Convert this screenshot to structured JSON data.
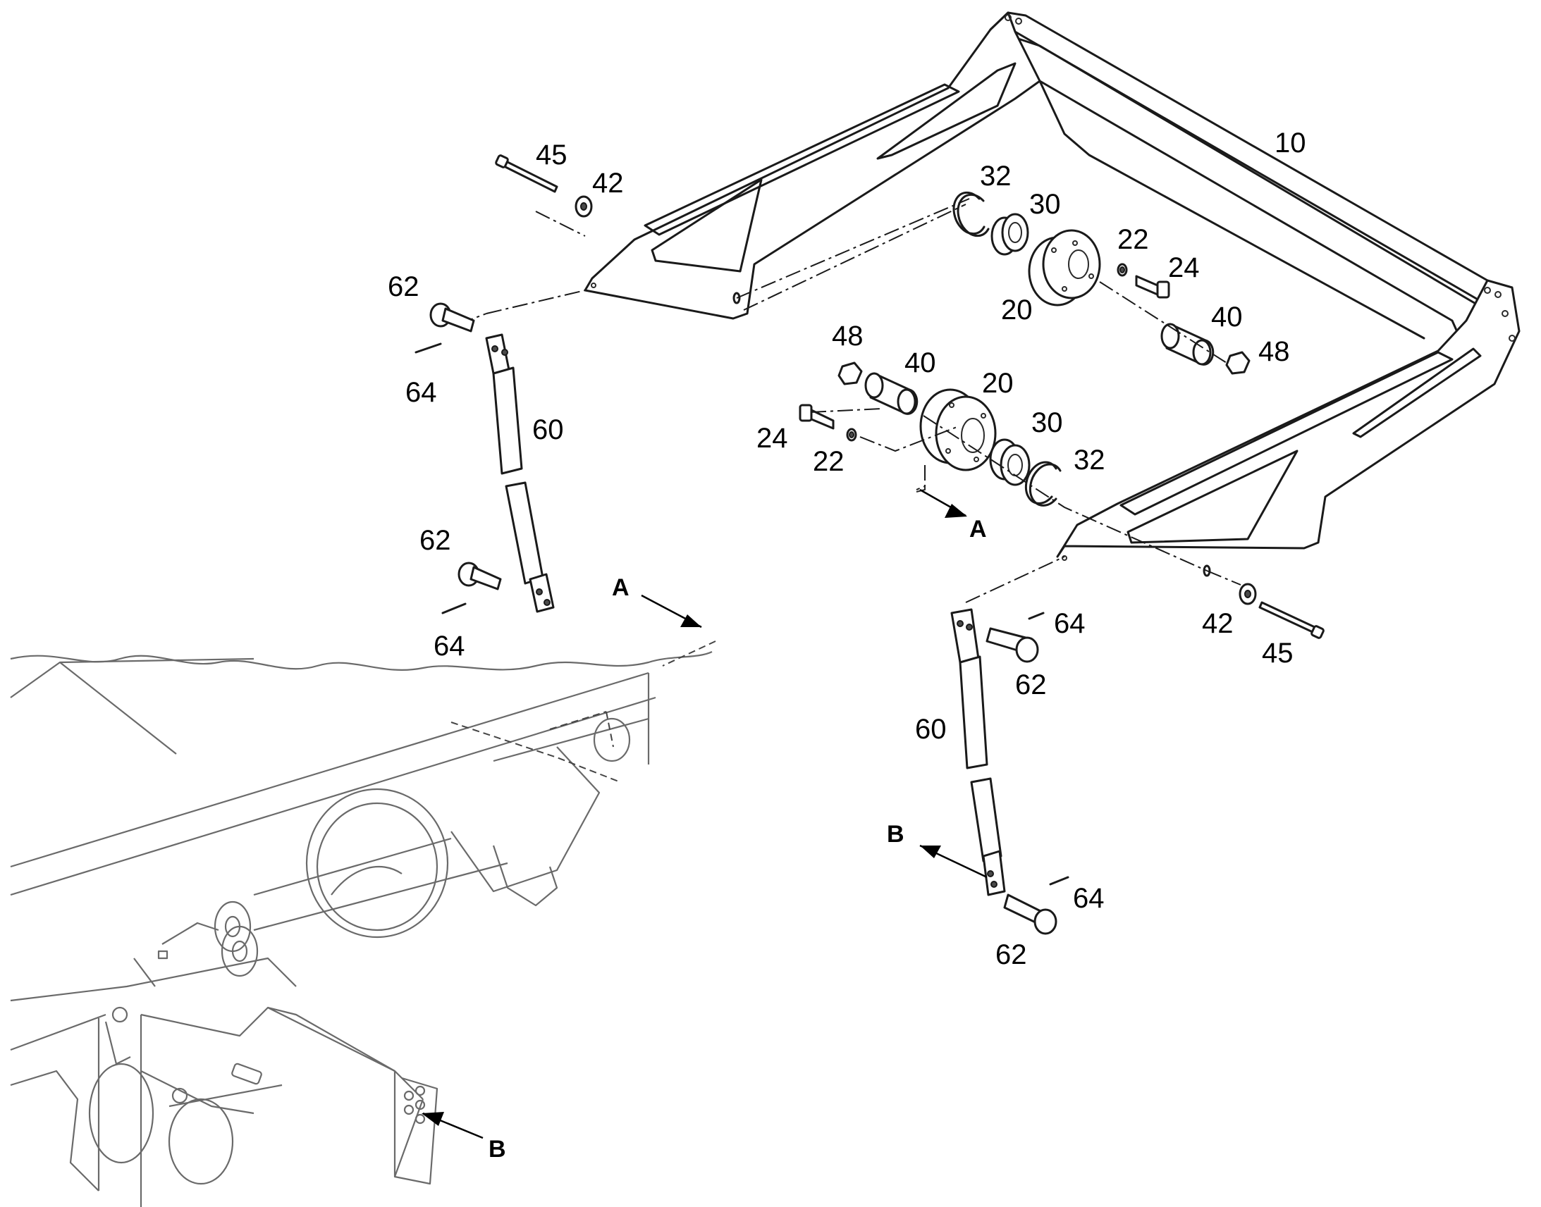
{
  "callouts": {
    "c10": "10",
    "c20a": "20",
    "c20b": "20",
    "c22a": "22",
    "c22b": "22",
    "c24a": "24",
    "c24b": "24",
    "c30a": "30",
    "c30b": "30",
    "c32a": "32",
    "c32b": "32",
    "c40a": "40",
    "c40b": "40",
    "c42a": "42",
    "c42b": "42",
    "c45a": "45",
    "c45b": "45",
    "c48a": "48",
    "c48b": "48",
    "c60a": "60",
    "c60b": "60",
    "c62a": "62",
    "c62b": "62",
    "c62c": "62",
    "c62d": "62",
    "c64a": "64",
    "c64b": "64",
    "c64c": "64",
    "c64d": "64"
  },
  "view_refs": {
    "a1": "A",
    "a2": "A",
    "b1": "B",
    "b2": "B"
  }
}
